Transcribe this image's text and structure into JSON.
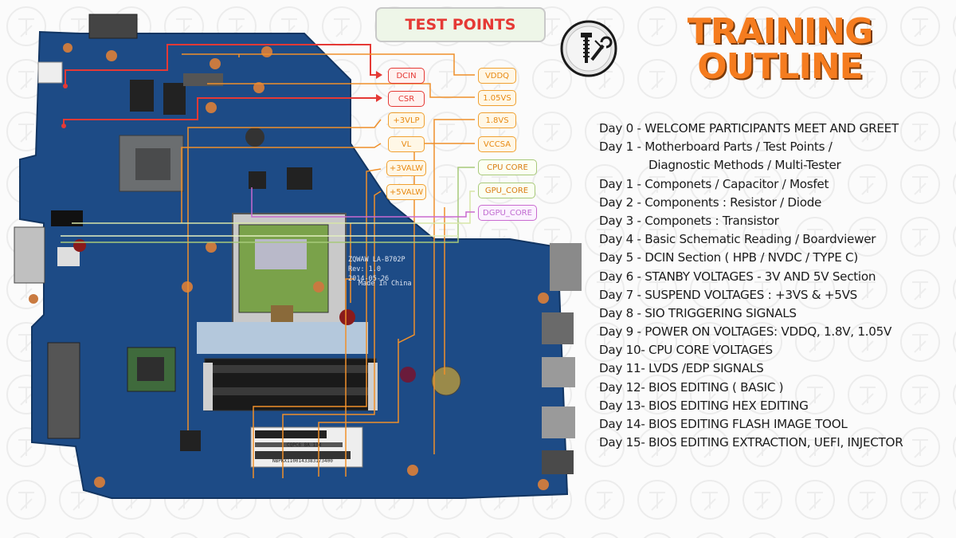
{
  "header": {
    "test_points_title": "TEST POINTS"
  },
  "title": {
    "line1": "TRAINING",
    "line2": "OUTLINE"
  },
  "test_points": [
    {
      "label": "DCIN",
      "color": "red"
    },
    {
      "label": "CSR",
      "color": "red"
    },
    {
      "label": "+3VLP",
      "color": "orange"
    },
    {
      "label": "VL",
      "color": "orange"
    },
    {
      "label": "+3VALW",
      "color": "orange"
    },
    {
      "label": "+5VALW",
      "color": "orange"
    },
    {
      "label": "VDDQ",
      "color": "orange"
    },
    {
      "label": "1.05VS",
      "color": "orange"
    },
    {
      "label": "1.8VS",
      "color": "orange"
    },
    {
      "label": "VCCSA",
      "color": "orange"
    },
    {
      "label": "CPU CORE",
      "color": "green"
    },
    {
      "label": "GPU_CORE",
      "color": "green"
    },
    {
      "label": "DGPU_CORE",
      "color": "pink"
    }
  ],
  "board_text": {
    "model": "ZQWAW LA-B702P",
    "rev": "Rev: 1.0",
    "date": "2014-05-26",
    "made_in": "Made In China",
    "sticker_a": "CQPC6 8A 134",
    "sticker_b": "NBPKX1100143383173400"
  },
  "outline": [
    "Day 0 - WELCOME PARTICIPANTS MEET AND GREET",
    "Day 1 - Motherboard Parts / Test Points /",
    "Diagnostic Methods / Multi-Tester",
    "Day 1 -  Componets / Capacitor / Mosfet",
    "Day 2 -  Components : Resistor / Diode",
    "Day 3 -  Componets : Transistor",
    "Day 4 -  Basic Schematic Reading / Boardviewer",
    "Day 5 - DCIN Section ( HPB / NVDC / TYPE C)",
    "Day 6 -  STANBY VOLTAGES - 3V AND 5V Section",
    "Day 7 -  SUSPEND VOLTAGES : +3VS & +5VS",
    "Day 8 -  SIO TRIGGERING SIGNALS",
    "Day 9 -  POWER ON VOLTAGES: VDDQ, 1.8V, 1.05V",
    "Day 10- CPU CORE VOLTAGES",
    "Day 11-  LVDS /EDP SIGNALS",
    "Day 12- BIOS EDITING ( BASIC )",
    "Day 13- BIOS EDITING HEX EDITING",
    "Day 14- BIOS EDITING FLASH IMAGE TOOL",
    "Day 15- BIOS EDITING EXTRACTION, UEFI, INJECTOR"
  ],
  "colors": {
    "accent_orange": "#f57c1f",
    "test_point_red": "#e53935",
    "board_blue": "#1f4f8a"
  }
}
